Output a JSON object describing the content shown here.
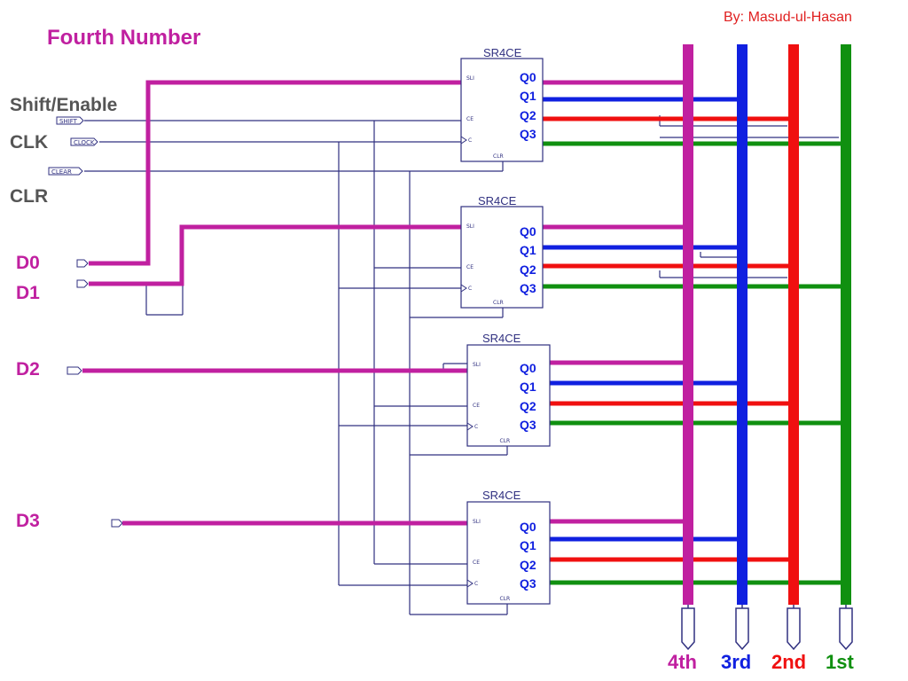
{
  "author": "By: Masud-ul-Hasan",
  "title": "Fourth Number",
  "inputs": {
    "shift_enable": "Shift/Enable",
    "clk": "CLK",
    "clr": "CLR",
    "d0": "D0",
    "d1": "D1",
    "d2": "D2",
    "d3": "D3"
  },
  "pin_tags": {
    "shift": "SHIFT",
    "clock": "CLOCK",
    "clear": "CLEAR"
  },
  "registers": [
    {
      "name": "SR4CE",
      "outputs": [
        "Q0",
        "Q1",
        "Q2",
        "Q3"
      ],
      "pins": {
        "sli": "SLI",
        "ce": "CE",
        "c": "C",
        "clr": "CLR"
      }
    },
    {
      "name": "SR4CE",
      "outputs": [
        "Q0",
        "Q1",
        "Q2",
        "Q3"
      ],
      "pins": {
        "sli": "SLI",
        "ce": "CE",
        "c": "C",
        "clr": "CLR"
      }
    },
    {
      "name": "SR4CE",
      "outputs": [
        "Q0",
        "Q1",
        "Q2",
        "Q3"
      ],
      "pins": {
        "sli": "SLI",
        "ce": "CE",
        "c": "C",
        "clr": "CLR"
      }
    },
    {
      "name": "SR4CE",
      "outputs": [
        "Q0",
        "Q1",
        "Q2",
        "Q3"
      ],
      "pins": {
        "sli": "SLI",
        "ce": "CE",
        "c": "C",
        "clr": "CLR"
      }
    }
  ],
  "outputs": [
    {
      "label": "4th",
      "color": "#c020a0"
    },
    {
      "label": "3rd",
      "color": "#1020e0"
    },
    {
      "label": "2nd",
      "color": "#f01010"
    },
    {
      "label": "1st",
      "color": "#109010"
    }
  ],
  "colors": {
    "magenta": "#c020a0",
    "blue": "#1020e0",
    "red": "#f01010",
    "green": "#109010",
    "schematic": "#303080",
    "author": "#e02020",
    "input_label": "#555555"
  }
}
